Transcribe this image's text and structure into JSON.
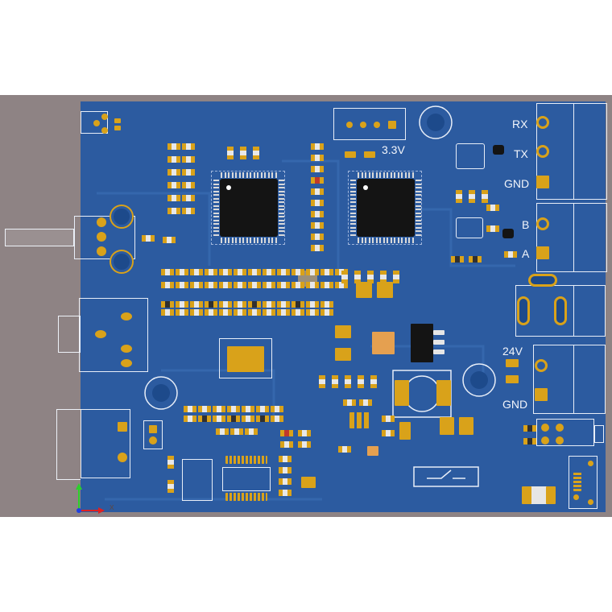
{
  "scene": {
    "background_color": "#8e8384",
    "board_color": "#2c5ba0",
    "copper_color": "#d9a21a",
    "silk_color": "#e8eef8",
    "chip_color": "#141414"
  },
  "silkscreen": {
    "rx": "RX",
    "tx": "TX",
    "gnd_top": "GND",
    "b": "B",
    "a": "A",
    "v33": "3.3V",
    "v24": "24V",
    "gnd_bottom": "GND"
  },
  "axes_gizmo": {
    "x_label": "x"
  }
}
